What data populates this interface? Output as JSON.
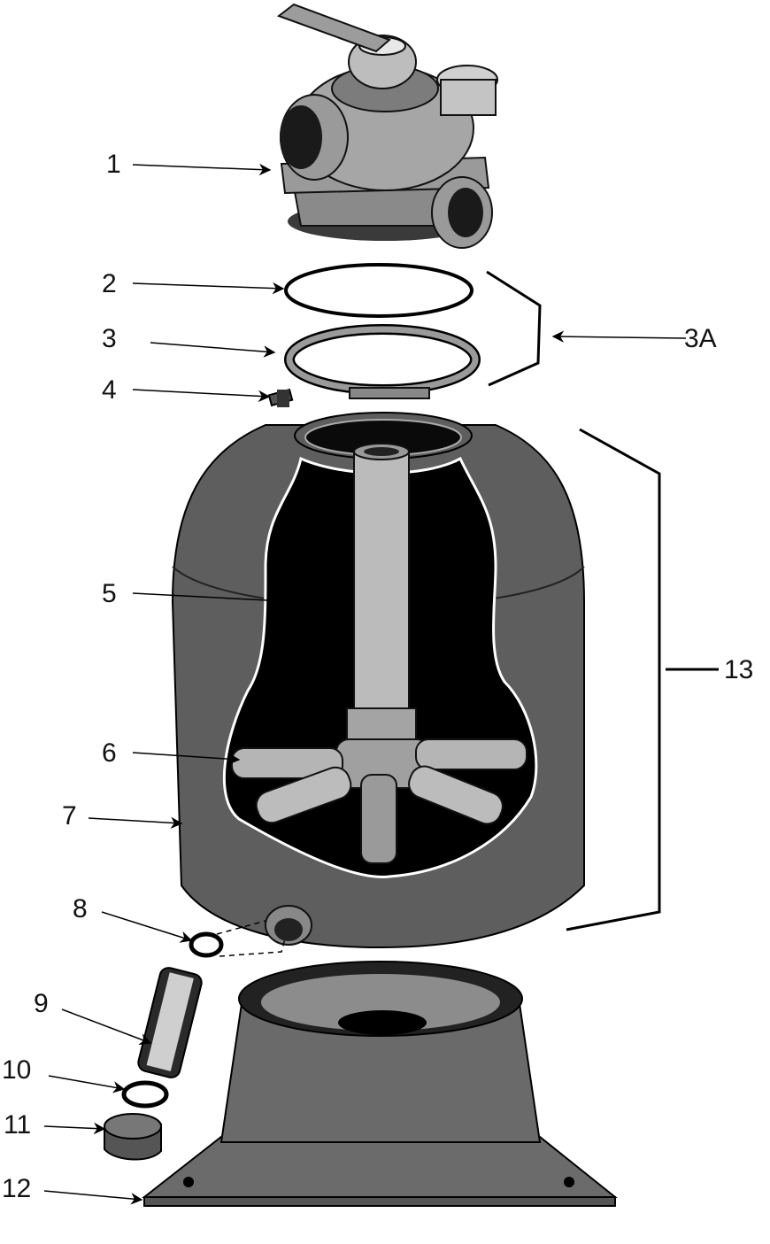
{
  "diagram": {
    "callouts": [
      {
        "id": "1",
        "label": "1"
      },
      {
        "id": "2",
        "label": "2"
      },
      {
        "id": "3",
        "label": "3"
      },
      {
        "id": "3A",
        "label": "3A"
      },
      {
        "id": "4",
        "label": "4"
      },
      {
        "id": "5",
        "label": "5"
      },
      {
        "id": "6",
        "label": "6"
      },
      {
        "id": "7",
        "label": "7"
      },
      {
        "id": "8",
        "label": "8"
      },
      {
        "id": "9",
        "label": "9"
      },
      {
        "id": "10",
        "label": "10"
      },
      {
        "id": "11",
        "label": "11"
      },
      {
        "id": "12",
        "label": "12"
      },
      {
        "id": "13",
        "label": "13"
      }
    ]
  }
}
